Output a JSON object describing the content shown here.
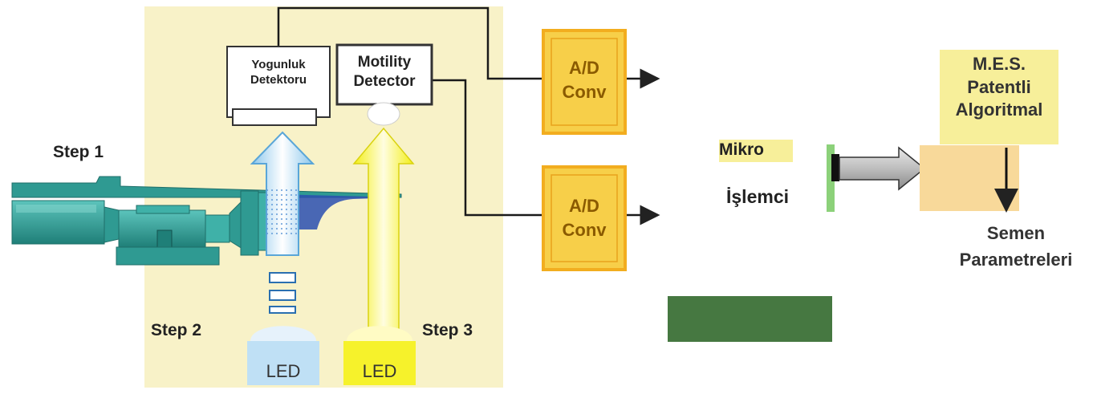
{
  "steps": {
    "step1": "Step 1",
    "step2": "Step 2",
    "step3": "Step 3"
  },
  "detectors": {
    "density": [
      "Yogunluk",
      "Detektoru"
    ],
    "motility": [
      "Motility",
      "Detector"
    ]
  },
  "converters": {
    "top": [
      "A/D",
      "Conv"
    ],
    "bottom": [
      "A/D",
      "Conv"
    ]
  },
  "leds": {
    "left": "LED",
    "right": "LED"
  },
  "processor": {
    "line1": "Mikro",
    "line2": "İşlemci"
  },
  "algorithm": [
    "M.E.S.",
    "Patentli",
    "Algoritmal"
  ],
  "output": [
    "Semen",
    "Parametreleri"
  ],
  "colors": {
    "panel_bg": "#f8f2c8",
    "adc_fill": "#f7cf49",
    "adc_border": "#f2ad1f",
    "algorithm_box": "#f8d99a",
    "algorithm_label_bg": "#f7ef9a",
    "green_block": "#467841",
    "teal_device": "#2f9a92",
    "led_blue": "#bfe0f5",
    "led_yellow": "#f6f22b"
  }
}
